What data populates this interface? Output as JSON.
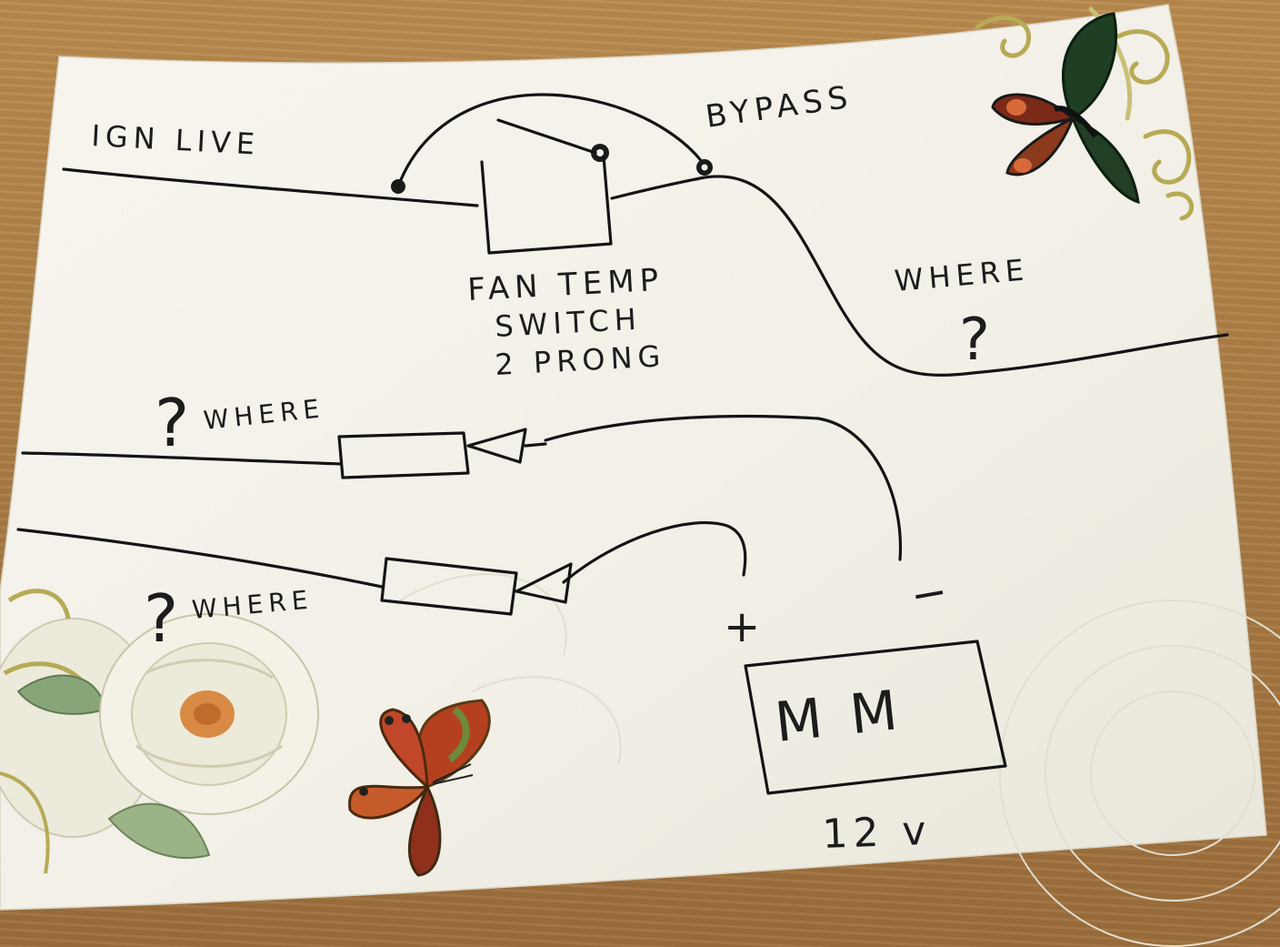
{
  "labels": {
    "ign_live": "IGN LIVE",
    "bypass": "BYPASS",
    "fan_temp": "FAN TEMP",
    "switch": "SWITCH",
    "two_prong": "2 PRONG",
    "where_right": "WHERE",
    "question": "?",
    "where": "WHERE",
    "plus": "+",
    "minus": "−",
    "motor": "M M",
    "voltage": "12 v"
  },
  "colors": {
    "ink": "#141414",
    "card": "#f5f3ea",
    "table": "#b98a4e"
  },
  "icons": {
    "moth": "moth-illustration",
    "butterfly": "butterfly-illustration",
    "rose": "white-rose-illustration",
    "swirl": "gold-swirl-ornament"
  }
}
